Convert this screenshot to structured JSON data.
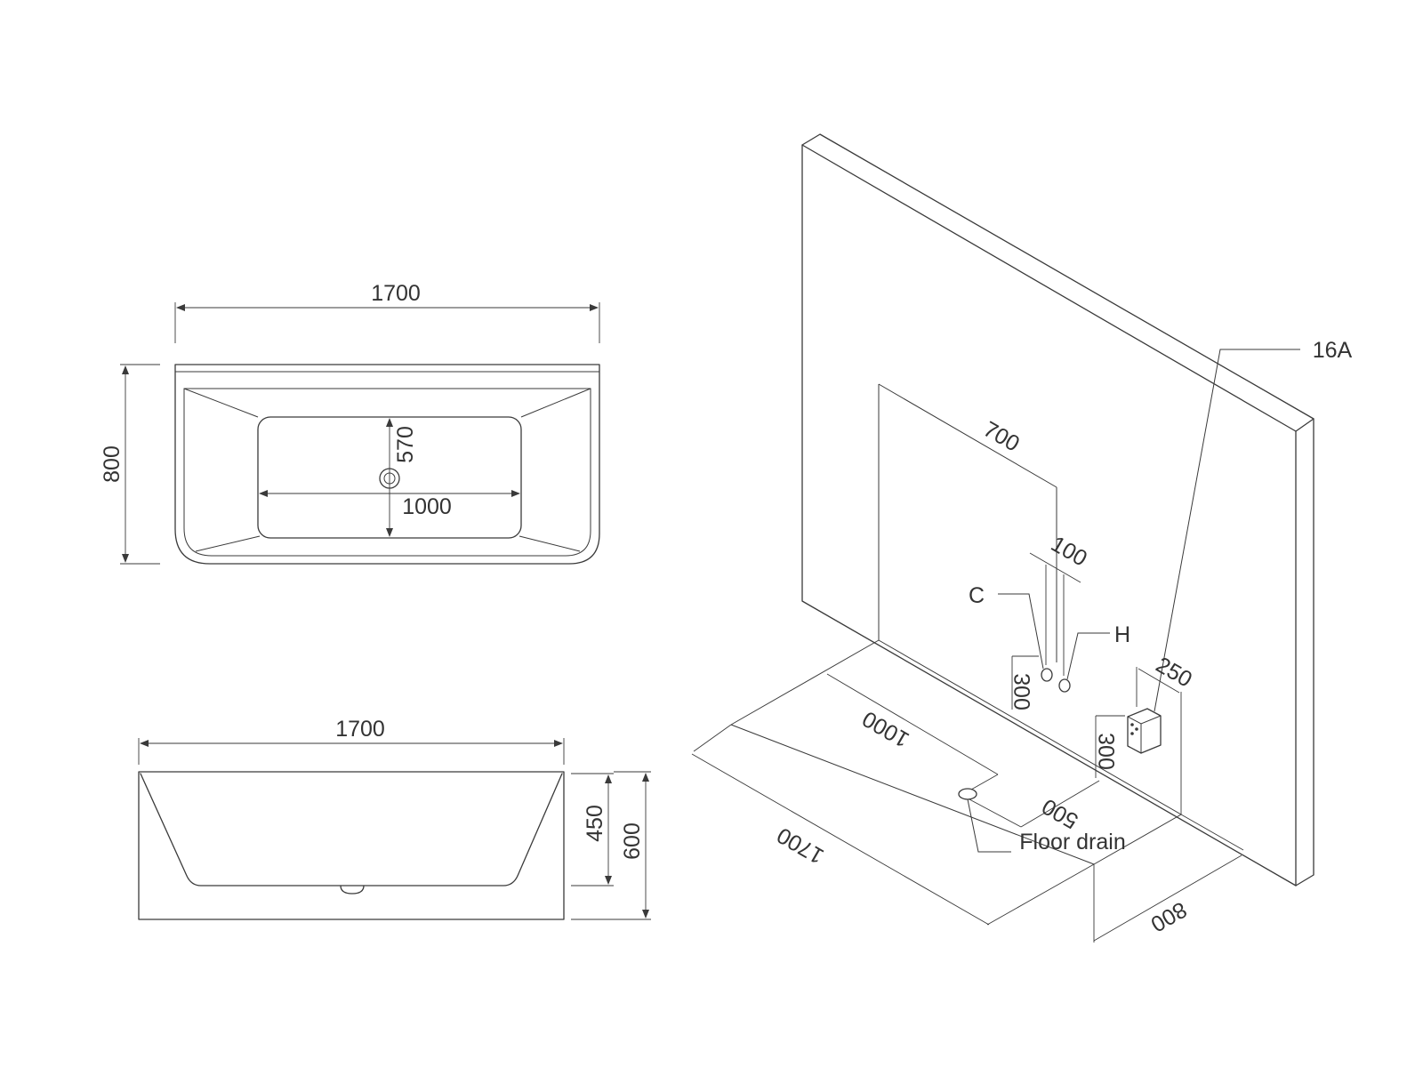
{
  "top_view": {
    "width_label": "1700",
    "depth_label": "800",
    "inner_depth_label": "570",
    "inner_length_label": "1000"
  },
  "side_view": {
    "length_label": "1700",
    "inner_height_label": "450",
    "overall_height_label": "600"
  },
  "install_view": {
    "outlet_spacing_label": "700",
    "cold_hot_gap_label": "100",
    "cold_label": "C",
    "hot_label": "H",
    "socket_label": "16A",
    "socket_offset_label": "250",
    "cold_height_label": "300",
    "socket_height_label": "300",
    "drain_distance_label": "1000",
    "drain_offset_label": "500",
    "floor_drain_label": "Floor drain",
    "tub_length_label": "1700",
    "tub_depth_label": "800"
  }
}
